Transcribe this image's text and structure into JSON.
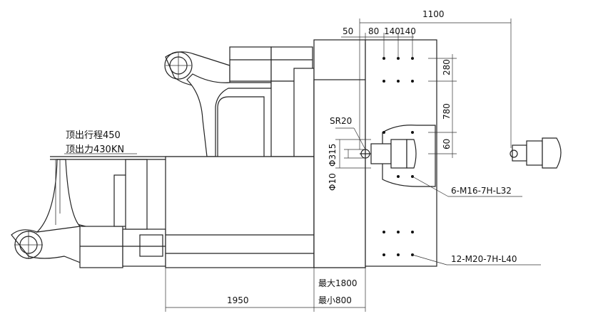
{
  "labels": {
    "ejector_stroke": "顶出行程450",
    "ejector_force": "顶出力430KN",
    "sr": "SR20",
    "dia_315": "Φ315",
    "dia_10": "Φ10",
    "holes_small": "6-M16-7H-L32",
    "holes_large": "12-M20-7H-L40",
    "max_opening": "最大1800",
    "min_opening": "最小800"
  },
  "dims": {
    "d1100": "1100",
    "d50": "50",
    "d80": "80",
    "d140a": "140",
    "d140b": "140",
    "d280": "280",
    "d780": "780",
    "d60": "60",
    "d1950": "1950"
  }
}
